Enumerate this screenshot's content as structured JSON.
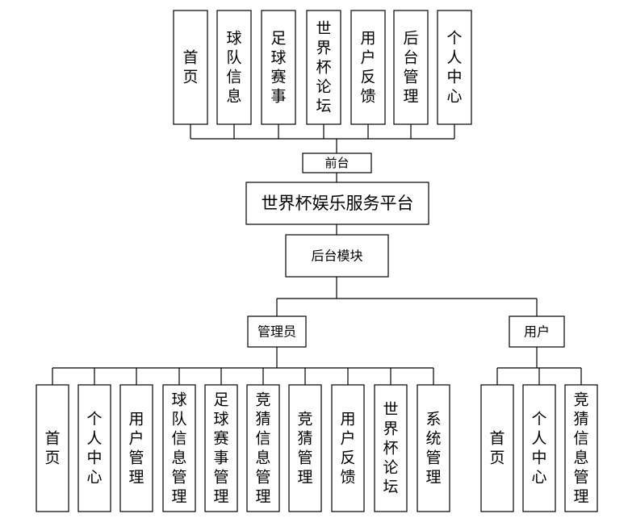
{
  "front_items": [
    "首页",
    "球队信息",
    "足球赛事",
    "世界杯论坛",
    "用户反馈",
    "后台管理",
    "个人中心"
  ],
  "front_label": "前台",
  "platform_title": "世界杯娱乐服务平台",
  "backend_label": "后台模块",
  "admin": {
    "label": "管理员",
    "items": [
      "首页",
      "个人中心",
      "用户管理",
      "球队信息管理",
      "足球赛事管理",
      "竞猜信息管理",
      "竞猜管理",
      "用户反馈",
      "世界杯论坛",
      "系统管理"
    ]
  },
  "user": {
    "label": "用户",
    "items": [
      "首页",
      "个人中心",
      "竞猜信息管理"
    ]
  }
}
